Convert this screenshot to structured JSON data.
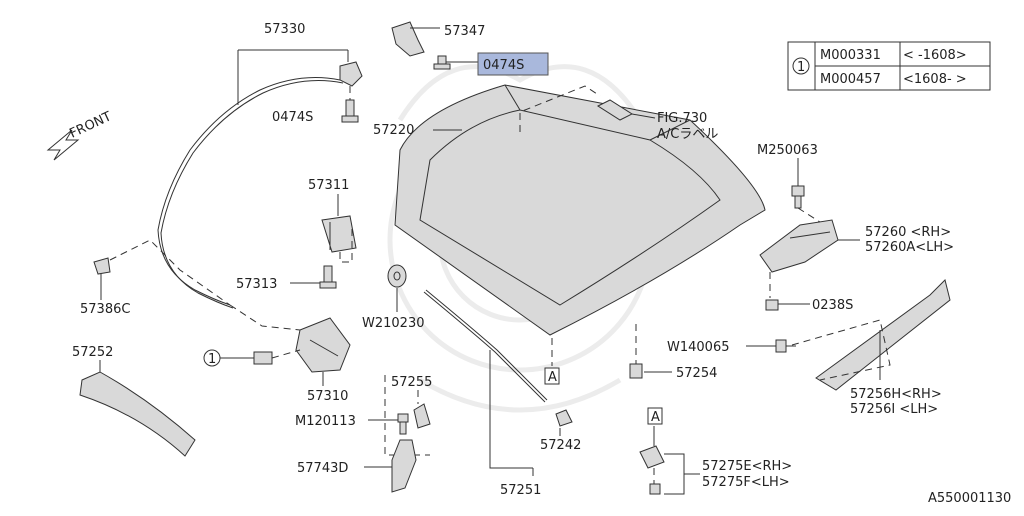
{
  "front_label": "FRONT",
  "parts": {
    "p57330": "57330",
    "p57347": "57347",
    "p0474s_top": "0474S",
    "p0474s_left": "0474S",
    "p57220": "57220",
    "fig730": "FIG.730",
    "ac_label": "A/Cラベル",
    "p57311": "57311",
    "p57313": "57313",
    "p57386c": "57386C",
    "w210230": "W210230",
    "p57252": "57252",
    "p57310": "57310",
    "p57255": "57255",
    "m120113": "M120113",
    "p57743d": "57743D",
    "p57251": "57251",
    "p57242": "57242",
    "p57254": "57254",
    "m250063": "M250063",
    "p57260": "57260 <RH>",
    "p57260a": "57260A<LH>",
    "p0238s": "0238S",
    "w140065": "W140065",
    "p57256h": "57256H<RH>",
    "p57256i": "57256I <LH>",
    "p57275e": "57275E<RH>",
    "p57275f": "57275F<LH>",
    "ref_a_1": "A",
    "ref_a_2": "A",
    "callout_1_left": "1"
  },
  "legend": {
    "marker": "1",
    "rows": [
      {
        "code": "M000331",
        "range": "<  -1608>"
      },
      {
        "code": "M000457",
        "range": "<1608-  >"
      }
    ]
  },
  "diagram_id": "A550001130"
}
